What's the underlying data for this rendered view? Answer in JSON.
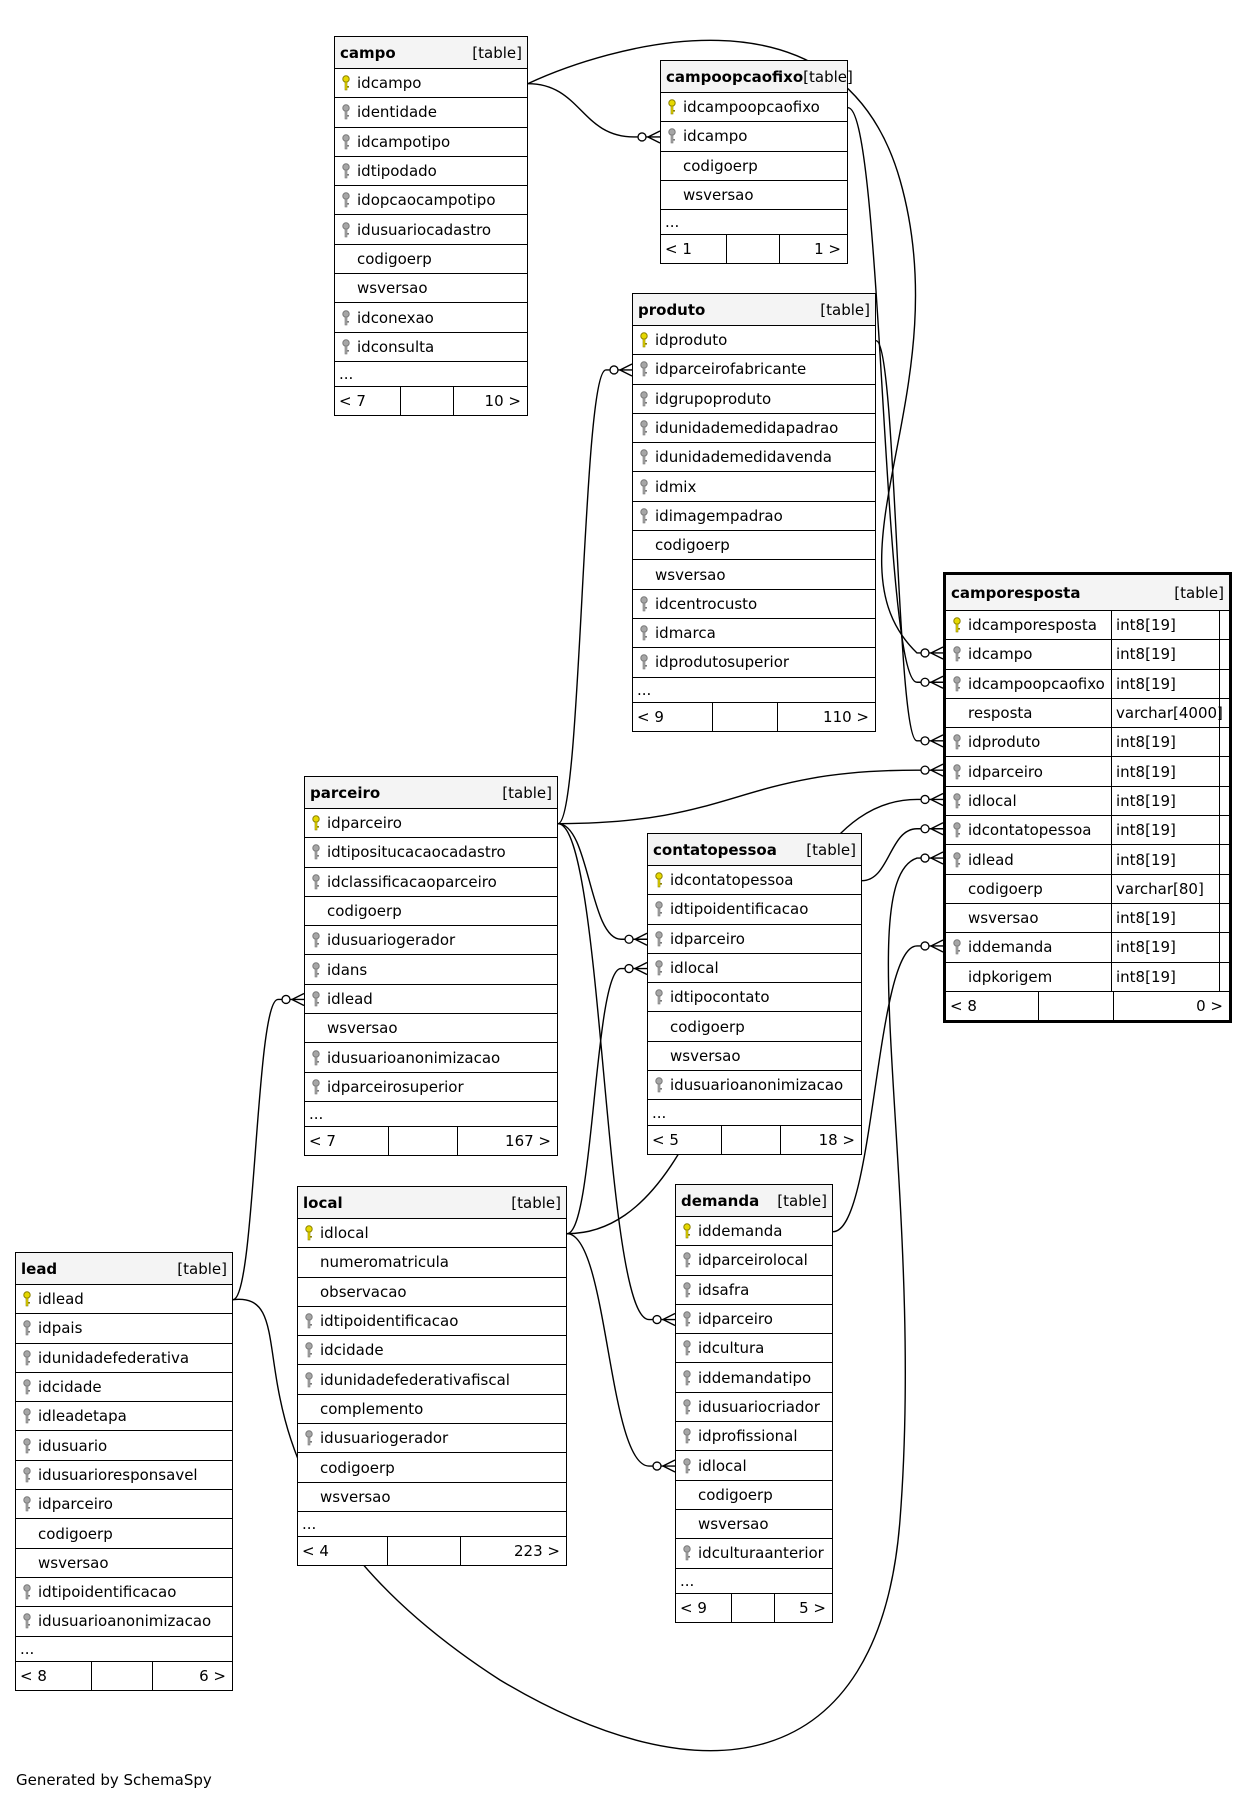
{
  "footer": "Generated by SchemaSpy",
  "table_tag": "[table]",
  "ellipsis": "...",
  "tables": [
    {
      "id": "campo",
      "name": "campo",
      "cols": [
        {
          "n": "idcampo",
          "k": "pk"
        },
        {
          "n": "identidade",
          "k": "fk"
        },
        {
          "n": "idcampotipo",
          "k": "fk"
        },
        {
          "n": "idtipodado",
          "k": "fk"
        },
        {
          "n": "idopcaocampotipo",
          "k": "fk"
        },
        {
          "n": "idusuariocadastro",
          "k": "fk"
        },
        {
          "n": "codigoerp",
          "k": ""
        },
        {
          "n": "wsversao",
          "k": ""
        },
        {
          "n": "idconexao",
          "k": "fk"
        },
        {
          "n": "idconsulta",
          "k": "fk"
        }
      ],
      "ellipsis": true,
      "footer": {
        "left": "< 7",
        "right": "10 >"
      }
    },
    {
      "id": "campoopcaofixo",
      "name": "campoopcaofixo",
      "cols": [
        {
          "n": "idcampoopcaofixo",
          "k": "pk"
        },
        {
          "n": "idcampo",
          "k": "fk"
        },
        {
          "n": "codigoerp",
          "k": ""
        },
        {
          "n": "wsversao",
          "k": ""
        }
      ],
      "ellipsis": true,
      "footer": {
        "left": "< 1",
        "right": "1 >"
      }
    },
    {
      "id": "produto",
      "name": "produto",
      "cols": [
        {
          "n": "idproduto",
          "k": "pk"
        },
        {
          "n": "idparceirofabricante",
          "k": "fk"
        },
        {
          "n": "idgrupoproduto",
          "k": "fk"
        },
        {
          "n": "idunidademedidapadrao",
          "k": "fk"
        },
        {
          "n": "idunidademedidavenda",
          "k": "fk"
        },
        {
          "n": "idmix",
          "k": "fk"
        },
        {
          "n": "idimagempadrao",
          "k": "fk"
        },
        {
          "n": "codigoerp",
          "k": ""
        },
        {
          "n": "wsversao",
          "k": ""
        },
        {
          "n": "idcentrocusto",
          "k": "fk"
        },
        {
          "n": "idmarca",
          "k": "fk"
        },
        {
          "n": "idprodutosuperior",
          "k": "fk"
        }
      ],
      "ellipsis": true,
      "footer": {
        "left": "< 9",
        "right": "110 >"
      }
    },
    {
      "id": "camporesposta",
      "name": "camporesposta",
      "focus": true,
      "cols": [
        {
          "n": "idcamporesposta",
          "k": "pk",
          "t": "int8[19]"
        },
        {
          "n": "idcampo",
          "k": "fk",
          "t": "int8[19]"
        },
        {
          "n": "idcampoopcaofixo",
          "k": "fk",
          "t": "int8[19]"
        },
        {
          "n": "resposta",
          "k": "",
          "t": "varchar[4000]"
        },
        {
          "n": "idproduto",
          "k": "fk",
          "t": "int8[19]"
        },
        {
          "n": "idparceiro",
          "k": "fk",
          "t": "int8[19]"
        },
        {
          "n": "idlocal",
          "k": "fk",
          "t": "int8[19]"
        },
        {
          "n": "idcontatopessoa",
          "k": "fk",
          "t": "int8[19]"
        },
        {
          "n": "idlead",
          "k": "fk",
          "t": "int8[19]"
        },
        {
          "n": "codigoerp",
          "k": "",
          "t": "varchar[80]"
        },
        {
          "n": "wsversao",
          "k": "",
          "t": "int8[19]"
        },
        {
          "n": "iddemanda",
          "k": "fk",
          "t": "int8[19]"
        },
        {
          "n": "idpkorigem",
          "k": "",
          "t": "int8[19]"
        }
      ],
      "ellipsis": false,
      "footer": {
        "left": "< 8",
        "right": "0 >"
      }
    },
    {
      "id": "parceiro",
      "name": "parceiro",
      "cols": [
        {
          "n": "idparceiro",
          "k": "pk"
        },
        {
          "n": "idtipositucacaocadastro",
          "k": "fk"
        },
        {
          "n": "idclassificacaoparceiro",
          "k": "fk"
        },
        {
          "n": "codigoerp",
          "k": ""
        },
        {
          "n": "idusuariogerador",
          "k": "fk"
        },
        {
          "n": "idans",
          "k": "fk"
        },
        {
          "n": "idlead",
          "k": "fk"
        },
        {
          "n": "wsversao",
          "k": ""
        },
        {
          "n": "idusuarioanonimizacao",
          "k": "fk"
        },
        {
          "n": "idparceirosuperior",
          "k": "fk"
        }
      ],
      "ellipsis": true,
      "footer": {
        "left": "< 7",
        "right": "167 >"
      }
    },
    {
      "id": "contatopessoa",
      "name": "contatopessoa",
      "cols": [
        {
          "n": "idcontatopessoa",
          "k": "pk"
        },
        {
          "n": "idtipoidentificacao",
          "k": "fk"
        },
        {
          "n": "idparceiro",
          "k": "fk"
        },
        {
          "n": "idlocal",
          "k": "fk"
        },
        {
          "n": "idtipocontato",
          "k": "fk"
        },
        {
          "n": "codigoerp",
          "k": ""
        },
        {
          "n": "wsversao",
          "k": ""
        },
        {
          "n": "idusuarioanonimizacao",
          "k": "fk"
        }
      ],
      "ellipsis": true,
      "footer": {
        "left": "< 5",
        "right": "18 >"
      }
    },
    {
      "id": "local",
      "name": "local",
      "cols": [
        {
          "n": "idlocal",
          "k": "pk"
        },
        {
          "n": "numeromatricula",
          "k": ""
        },
        {
          "n": "observacao",
          "k": ""
        },
        {
          "n": "idtipoidentificacao",
          "k": "fk"
        },
        {
          "n": "idcidade",
          "k": "fk"
        },
        {
          "n": "idunidadefederativafiscal",
          "k": "fk"
        },
        {
          "n": "complemento",
          "k": ""
        },
        {
          "n": "idusuariogerador",
          "k": "fk"
        },
        {
          "n": "codigoerp",
          "k": ""
        },
        {
          "n": "wsversao",
          "k": ""
        }
      ],
      "ellipsis": true,
      "footer": {
        "left": "< 4",
        "right": "223 >"
      }
    },
    {
      "id": "demanda",
      "name": "demanda",
      "cols": [
        {
          "n": "iddemanda",
          "k": "pk"
        },
        {
          "n": "idparceirolocal",
          "k": "fk"
        },
        {
          "n": "idsafra",
          "k": "fk"
        },
        {
          "n": "idparceiro",
          "k": "fk"
        },
        {
          "n": "idcultura",
          "k": "fk"
        },
        {
          "n": "iddemandatipo",
          "k": "fk"
        },
        {
          "n": "idusuariocriador",
          "k": "fk"
        },
        {
          "n": "idprofissional",
          "k": "fk"
        },
        {
          "n": "idlocal",
          "k": "fk"
        },
        {
          "n": "codigoerp",
          "k": ""
        },
        {
          "n": "wsversao",
          "k": ""
        },
        {
          "n": "idculturaanterior",
          "k": "fk"
        }
      ],
      "ellipsis": true,
      "footer": {
        "left": "< 9",
        "right": "5 >"
      }
    },
    {
      "id": "lead",
      "name": "lead",
      "cols": [
        {
          "n": "idlead",
          "k": "pk"
        },
        {
          "n": "idpais",
          "k": "fk"
        },
        {
          "n": "idunidadefederativa",
          "k": "fk"
        },
        {
          "n": "idcidade",
          "k": "fk"
        },
        {
          "n": "idleadetapa",
          "k": "fk"
        },
        {
          "n": "idusuario",
          "k": "fk"
        },
        {
          "n": "idusuarioresponsavel",
          "k": "fk"
        },
        {
          "n": "idparceiro",
          "k": "fk"
        },
        {
          "n": "codigoerp",
          "k": ""
        },
        {
          "n": "wsversao",
          "k": ""
        },
        {
          "n": "idtipoidentificacao",
          "k": "fk"
        },
        {
          "n": "idusuarioanonimizacao",
          "k": "fk"
        }
      ],
      "ellipsis": true,
      "footer": {
        "left": "< 8",
        "right": "6 >"
      }
    }
  ],
  "relationships": [
    {
      "from": "campo.idcampo",
      "to": "campoopcaofixo.idcampo"
    },
    {
      "from": "campo.idcampo",
      "to": "camporesposta.idcampo"
    },
    {
      "from": "campoopcaofixo.idcampoopcaofixo",
      "to": "camporesposta.idcampoopcaofixo"
    },
    {
      "from": "produto.idproduto",
      "to": "camporesposta.idproduto"
    },
    {
      "from": "parceiro.idparceiro",
      "to": "produto.idparceirofabricante"
    },
    {
      "from": "parceiro.idparceiro",
      "to": "camporesposta.idparceiro"
    },
    {
      "from": "parceiro.idparceiro",
      "to": "contatopessoa.idparceiro"
    },
    {
      "from": "parceiro.idparceiro",
      "to": "demanda.idparceiro"
    },
    {
      "from": "local.idlocal",
      "to": "camporesposta.idlocal"
    },
    {
      "from": "local.idlocal",
      "to": "contatopessoa.idlocal"
    },
    {
      "from": "local.idlocal",
      "to": "demanda.idlocal"
    },
    {
      "from": "contatopessoa.idcontatopessoa",
      "to": "camporesposta.idcontatopessoa"
    },
    {
      "from": "demanda.iddemanda",
      "to": "camporesposta.iddemanda"
    },
    {
      "from": "lead.idlead",
      "to": "parceiro.idlead"
    },
    {
      "from": "lead.idlead",
      "to": "camporesposta.idlead"
    }
  ]
}
